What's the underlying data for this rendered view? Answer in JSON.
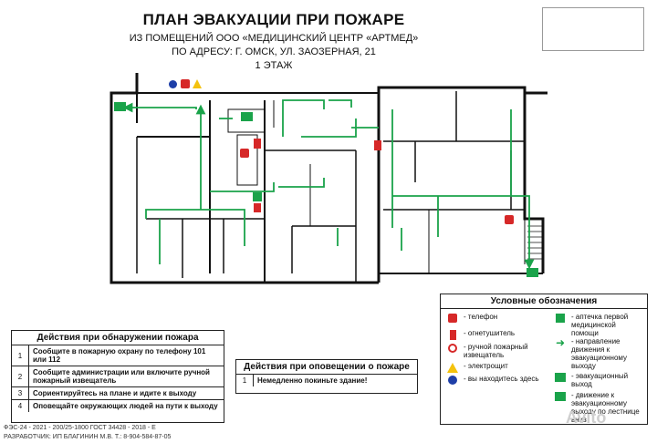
{
  "header": {
    "title": "ПЛАН ЭВАКУАЦИИ ПРИ ПОЖАРЕ",
    "line1": "ИЗ ПОМЕЩЕНИЙ ООО «МЕДИЦИНСКИЙ ЦЕНТР «АРТМЕД»",
    "line2": "ПО АДРЕСУ: Г. ОМСК, УЛ. ЗАОЗЕРНАЯ, 21",
    "line3": "1 ЭТАЖ"
  },
  "fire_actions": {
    "title": "Действия при обнаружении пожара",
    "rows": [
      {
        "n": "1",
        "text": "Сообщите в пожарную охрану по телефону 101 или 112"
      },
      {
        "n": "2",
        "text": "Сообщите администрации или включите ручной пожарный извещатель"
      },
      {
        "n": "3",
        "text": "Сориентируйтесь на плане и идите к выходу"
      },
      {
        "n": "4",
        "text": "Оповещайте окружающих людей на пути к выходу"
      }
    ]
  },
  "alert_actions": {
    "title": "Действия при оповещении о пожаре",
    "rows": [
      {
        "n": "1",
        "text": "Немедленно покиньте здание!"
      }
    ]
  },
  "legend": {
    "title": "Условные обозначения",
    "items": [
      {
        "icon": "phone-icon",
        "label": "- телефон"
      },
      {
        "icon": "extinguisher-icon",
        "label": "- огнетушитель"
      },
      {
        "icon": "manual-call-point-icon",
        "label": "- ручной пожарный извещатель"
      },
      {
        "icon": "electric-hazard-icon",
        "label": "- электрощит"
      },
      {
        "icon": "you-are-here-icon",
        "label": "- вы находитесь здесь"
      },
      {
        "icon": "first-aid-icon",
        "label": "- аптечка первой медицинской помощи"
      },
      {
        "icon": "arrow-icon",
        "label": "- направление движения к эвакуационному выходу"
      },
      {
        "icon": "exit-sign-icon",
        "label": "- эвакуационный выход"
      },
      {
        "icon": "stairs-exit-icon",
        "label": "- движение к эвакуационному выходу по лестнице вниз"
      }
    ]
  },
  "footer": {
    "line1": "ФЭС-24 - 2021 - 200/25-1800 ГОСТ 34428 - 2018 - Е",
    "line2": "РАЗРАБОТЧИК: ИП БЛАГИНИН М.В. Т.: 8-904-584-87-05"
  },
  "watermark": "Avito",
  "colors": {
    "evac_green": "#1aa34a",
    "danger_red": "#d62828",
    "wall": "#111111",
    "you_are_here": "#1e3fa8",
    "warning_yellow": "#f4c20d"
  }
}
